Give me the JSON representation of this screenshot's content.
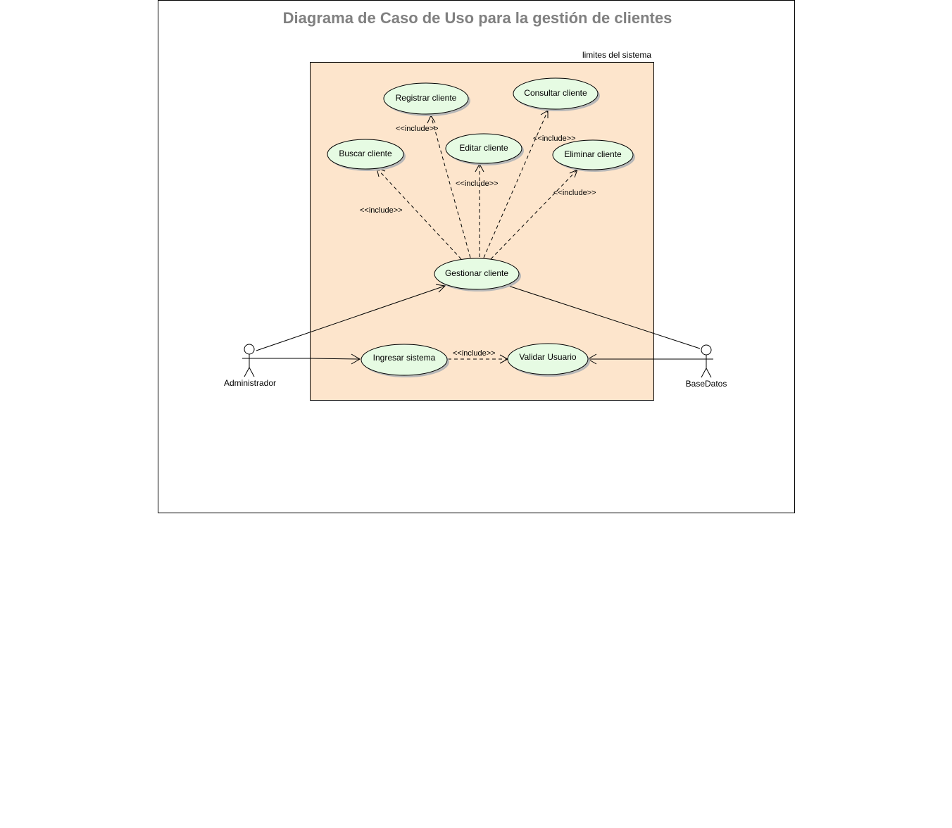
{
  "diagram": {
    "title": "Diagrama de Caso de Uso para la gestión de clientes",
    "boundary_label": "limites del sistema",
    "use_cases": {
      "registrar": "Registrar cliente",
      "consultar": "Consultar cliente",
      "buscar": "Buscar cliente",
      "editar": "Editar cliente",
      "eliminar": "Eliminar cliente",
      "gestionar": "Gestionar cliente",
      "ingresar": "Ingresar sistema",
      "validar": "Validar Usuario"
    },
    "actors": {
      "administrador": "Administrador",
      "basedatos": "BaseDatos"
    },
    "relations": {
      "include_registrar": "<<include>>",
      "include_consultar": "<<include>>",
      "include_editar": "<<include>>",
      "include_eliminar": "<<include>>",
      "include_buscar": "<<include>>",
      "include_validar": "<<include>>"
    }
  }
}
